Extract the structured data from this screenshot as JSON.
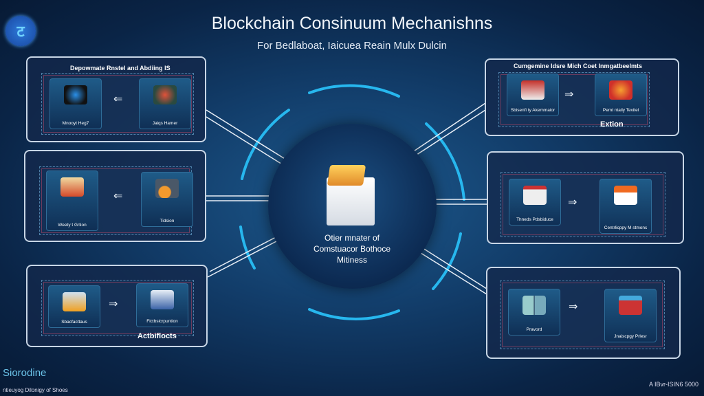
{
  "header": {
    "title": "Blockchain Consinuum Mechanishns",
    "subtitle": "For Bedlaboat, Iaicuea Reain Mulx Dulcin"
  },
  "center": {
    "lines": [
      "Otier mnater of",
      "Comstuacor Bothoce",
      "Mitiness"
    ]
  },
  "panels": [
    {
      "title": "Depowmate Rnstel and Abdiing IS",
      "left": "Mnooyt Heg7",
      "right": "Jaiqs Hamer",
      "caption": ""
    },
    {
      "title": "",
      "left": "Weety t Grtion",
      "right": "Tidsion",
      "caption": ""
    },
    {
      "title": "",
      "left": "Sbacfacttaus",
      "right": "Fictbsicrpuntion",
      "caption": "Actbiflocts"
    },
    {
      "title": "Cumgemine Idsre Mich Coet Inmgatbeelmts",
      "left": "Sbisenfi ty Akemmaior",
      "right": "Pemt ntaily Tevitel",
      "caption": "Extion"
    },
    {
      "title": "",
      "left": "Thneds Pdsbiduce",
      "right": "Centrlicppy M stmonc",
      "caption": ""
    },
    {
      "title": "",
      "left": "Pravord",
      "right": "Jnaiscpgy Prlesr",
      "caption": ""
    }
  ],
  "footer": {
    "brand": "Siorodine",
    "brand_sub": "ntieuyog Dilonigy of Shoes",
    "right": "A IBvr-ISIN6 5000"
  },
  "colors": {
    "ring": "#27b7ee",
    "accent": "#e0523a"
  }
}
